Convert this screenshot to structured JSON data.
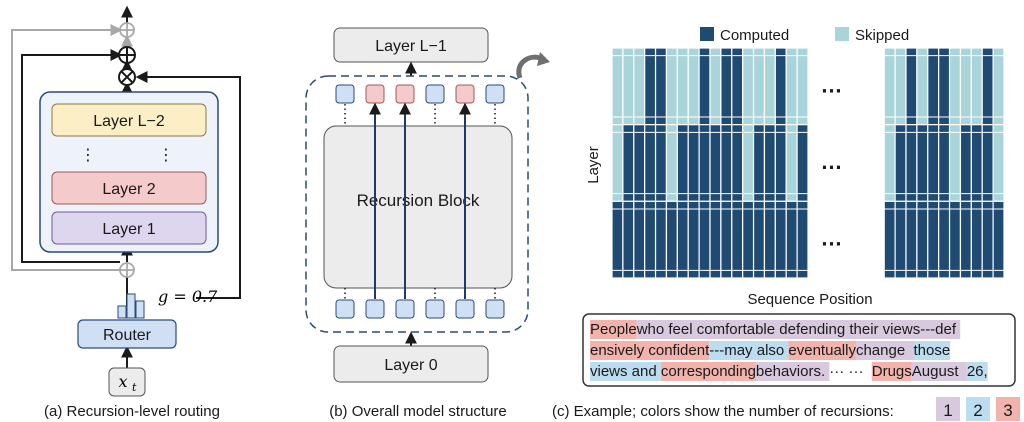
{
  "panel_a": {
    "layers": [
      "Layer L−2",
      "Layer 2",
      "Layer 1"
    ],
    "dots_left": "⋮",
    "dots_right": "⋮",
    "router_label": "Router",
    "gate_label": "g = 0.7",
    "input_label": "x",
    "input_subscript": "t",
    "caption": "(a) Recursion-level routing"
  },
  "panel_b": {
    "top_layer": "Layer L−1",
    "block_label": "Recursion Block",
    "bottom_layer": "Layer 0",
    "caption": "(b) Overall model structure"
  },
  "panel_c": {
    "legend": {
      "computed": "Computed",
      "skipped": "Skipped"
    },
    "colors": {
      "computed": "#1f4a72",
      "skipped": "#a8d4da",
      "r1": "#d9c9df",
      "r2": "#bcdcef",
      "r3": "#f2b3ad"
    },
    "ylabel": "Layer",
    "xlabel": "Sequence Position",
    "ellipsis": "…",
    "example_text": [
      [
        [
          "People",
          3
        ],
        [
          " who feel comfortable defending their views---def",
          1
        ]
      ],
      [
        [
          "ensively confident",
          3
        ],
        [
          "---may also ",
          2
        ],
        [
          "eventually",
          3
        ],
        [
          " change ",
          1
        ],
        [
          "those",
          2
        ]
      ],
      [
        [
          "views and ",
          2
        ],
        [
          "corresponding",
          3
        ],
        [
          " behaviors.",
          1
        ],
        [
          "···  ··· ",
          0
        ],
        [
          "Drugs",
          3
        ],
        [
          " August ",
          1
        ],
        [
          "26,",
          2
        ]
      ]
    ],
    "caption": "(c) Example; colors show the number of recursions:",
    "recursion_levels": [
      "1",
      "2",
      "3"
    ]
  }
}
